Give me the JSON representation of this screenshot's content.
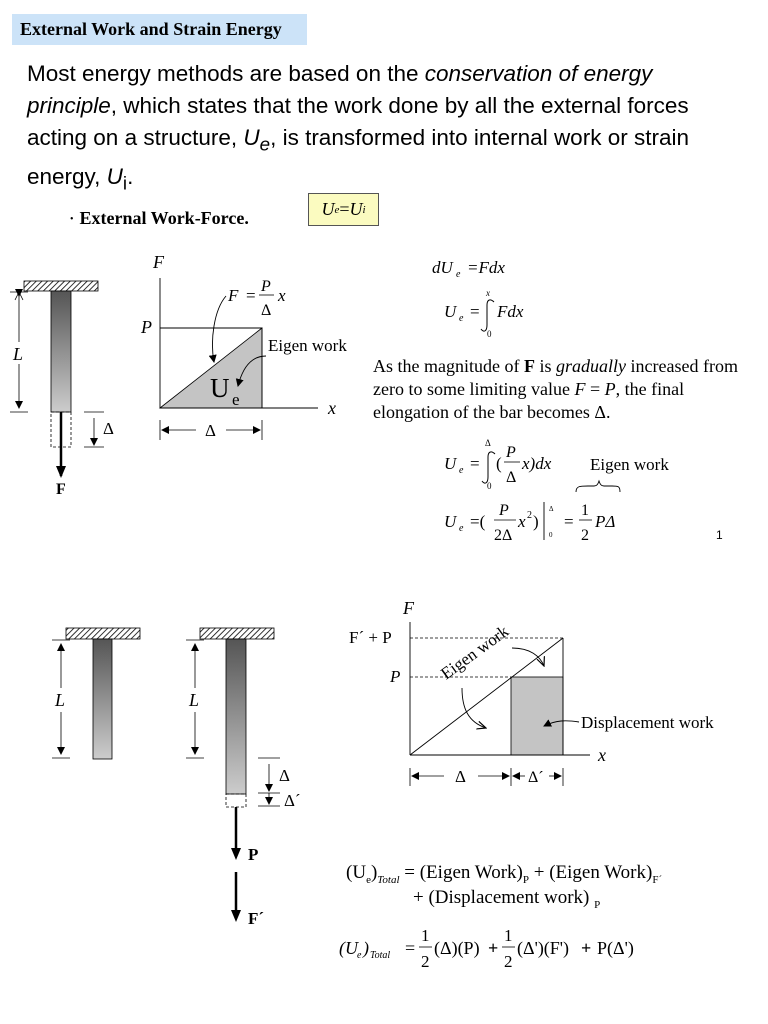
{
  "title": "External Work and Strain Energy",
  "intro": {
    "part1": "Most energy methods are based on the ",
    "emph1": "conservation of energy principle",
    "part2": ", which states that the work done by all the external forces acting on a structure, ",
    "ue": "U",
    "ue_sub": "e",
    "part3": ", is transformed into internal work or strain energy, ",
    "ui": "U",
    "ui_sub": "i",
    "part4": "."
  },
  "bullet": "External Work-Force.",
  "equality_box": {
    "lhs": "U",
    "lhs_sub": "e",
    "eq": " = ",
    "rhs": "U",
    "rhs_sub": "i"
  },
  "diagram1": {
    "bar_length_label": "L",
    "delta_label": "Δ",
    "force_label": "F",
    "axis_y": "F",
    "axis_x": "x",
    "p_label": "P",
    "eqn_F": "F",
    "eqn_eq": "=",
    "eqn_num": "P",
    "eqn_den": "Δ",
    "eqn_x": "x",
    "eigen_label": "Eigen  work",
    "ue_U": "U",
    "ue_e": "e",
    "base_delta": "Δ"
  },
  "eq_top": {
    "line1_lhs": "dU",
    "line1_sub": "e",
    "line1_rhs": "=Fdx",
    "line2_lhs": "U",
    "line2_sub": "e",
    "line2_eq": "=",
    "line2_upper": "x",
    "line2_lower": "0",
    "line2_integrand": "Fdx"
  },
  "paragraph": {
    "t1": "As the magnitude of ",
    "bold": "F",
    "t2": " is ",
    "ital": "gradually",
    "t3": " increased from zero to some limiting value ",
    "f": "F",
    "t4": " = ",
    "p": "P",
    "t5": ", the final elongation of the bar becomes Δ."
  },
  "eq_mid": {
    "a_lhs": "U",
    "a_sub": "e",
    "a_eq": "=",
    "a_upper": "Δ",
    "a_lower": "0",
    "a_open": "(",
    "a_num": "P",
    "a_den": "Δ",
    "a_close": "x)dx",
    "brace_label": "Eigen  work",
    "b_lhs": "U",
    "b_sub": "e",
    "b_eq": "=(",
    "b_num": "P",
    "b_den": "2Δ",
    "b_x2": "x",
    "b_sq": "2",
    "b_close": ")",
    "b_upper": "Δ",
    "b_lower": "0",
    "b_eq2": "=",
    "b_half_num": "1",
    "b_half_den": "2",
    "b_pd": "PΔ"
  },
  "page_number": "1",
  "diagram2": {
    "left_L": "L",
    "right_L": "L",
    "delta": "Δ",
    "delta_prime": "Δ´",
    "P": "P",
    "F_prime": "F´",
    "axis_y": "F",
    "axis_x": "x",
    "fp_label": "F´ + P",
    "p_label": "P",
    "eigen_label": "Eigen work",
    "disp_label": "Displacement work",
    "base_delta": "Δ",
    "base_delta_prime": "Δ´"
  },
  "total": {
    "l1_a": "(U",
    "l1_a_sub": "e",
    "l1_a_close": ")",
    "l1_total": "Total",
    "l1_b": " = (Eigen Work)",
    "l1_b_sub": "P",
    "l1_c": " + (Eigen Work)",
    "l1_c_sub": "F´",
    "l2": "+ (Displacement work) ",
    "l2_sub": "P",
    "f_lhs": "(U",
    "f_sub": "e",
    "f_close": ")",
    "f_total": "Total",
    "f_eq": "=",
    "f_n1": "1",
    "f_d1": "2",
    "f_t1": "(Δ)(P)",
    "f_plus1": "+",
    "f_n2": "1",
    "f_d2": "2",
    "f_t2": "(Δ')(F')",
    "f_plus2": "+",
    "f_t3": "P(Δ')"
  }
}
